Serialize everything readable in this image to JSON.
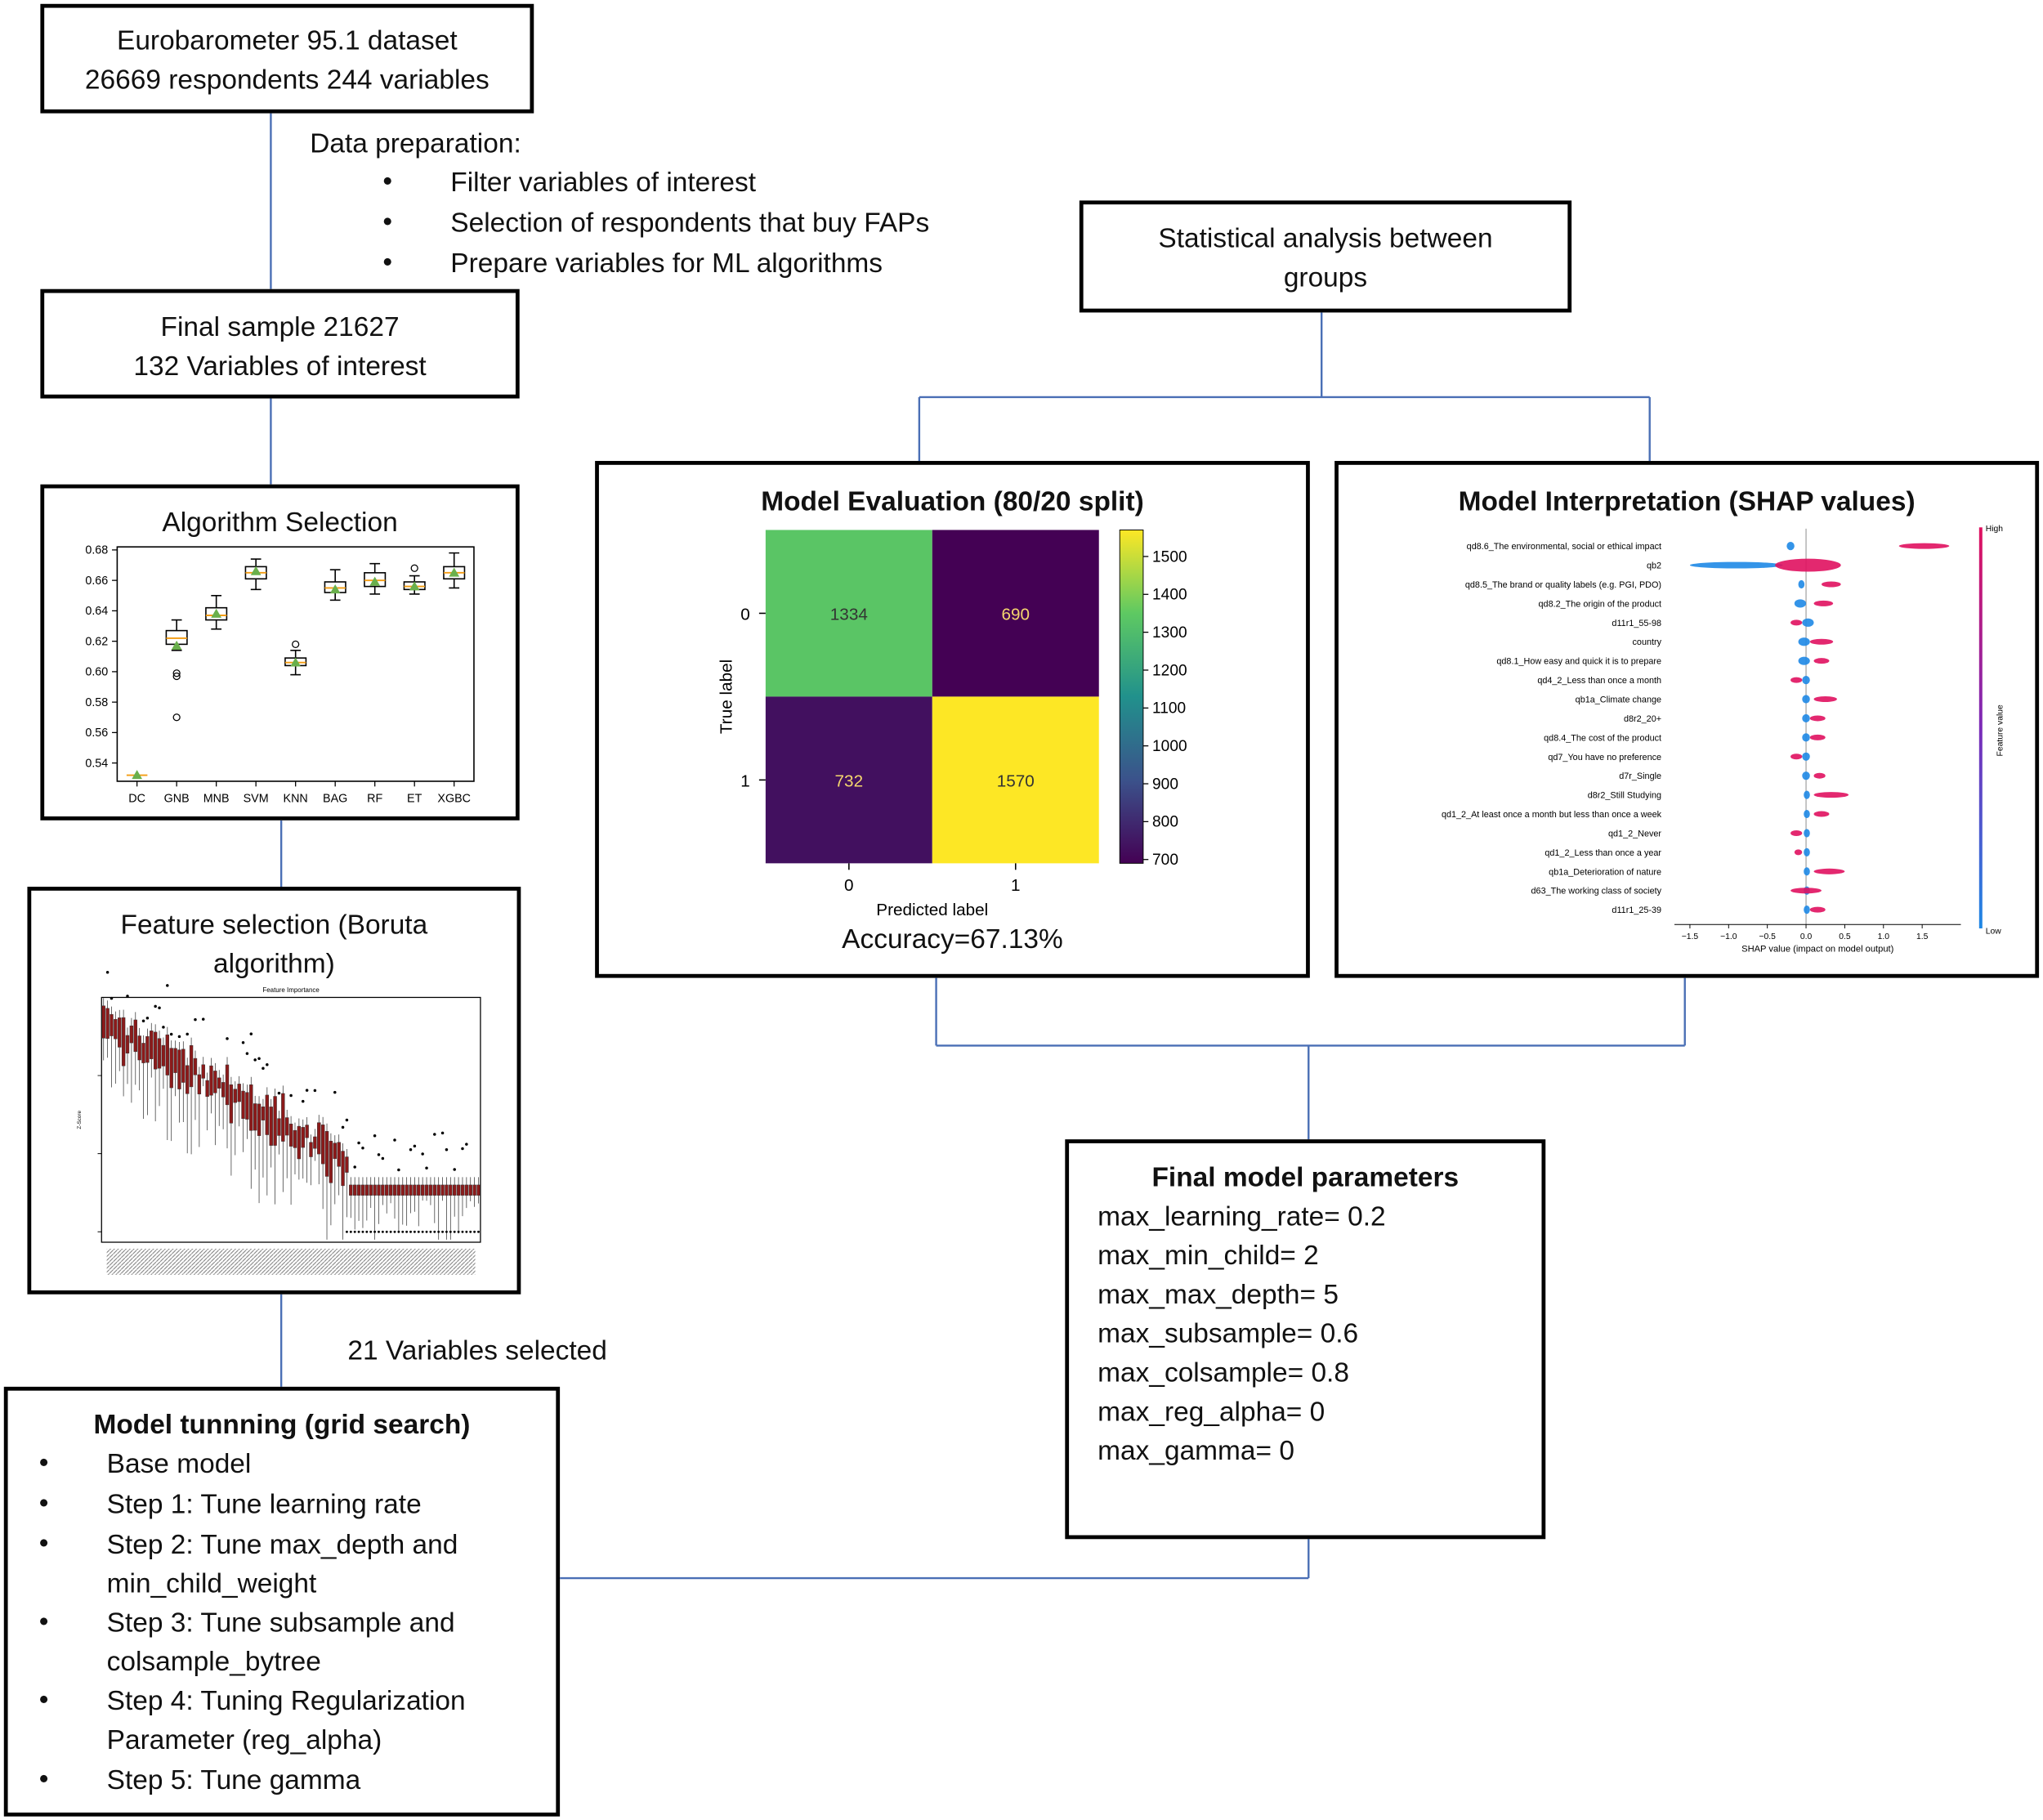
{
  "nodes": {
    "dataset": {
      "line1": "Eurobarometer 95.1 dataset",
      "line2": "26669 respondents 244 variables"
    },
    "prep": {
      "title": "Data preparation:",
      "bullets": [
        "Filter variables of interest",
        "Selection of respondents that buy FAPs",
        "Prepare variables for ML algorithms"
      ]
    },
    "final_sample": {
      "line1": "Final sample 21627",
      "line2": "132 Variables of interest"
    },
    "algo": {
      "title": "Algorithm Selection"
    },
    "feature": {
      "line1": "Feature selection (Boruta",
      "line2": "algorithm)",
      "plot_title": "Feature Importance",
      "ylabel": "Z-Score"
    },
    "vars_selected": "21 Variables selected",
    "tuning": {
      "title": "Model tunnning (grid search)",
      "steps": [
        "Base model",
        "Step 1: Tune learning rate",
        "Step 2: Tune max_depth and",
        "min_child_weight",
        "Step 3: Tune subsample and",
        "colsample_bytree",
        "Step 4: Tuning Regularization",
        "Parameter (reg_alpha)",
        "Step 5: Tune gamma"
      ]
    },
    "stat": {
      "line1": "Statistical analysis between",
      "line2": "groups"
    },
    "eval": {
      "title": "Model Evaluation (80/20 split)",
      "accuracy": "Accuracy=67.13%",
      "xlabel": "Predicted label",
      "ylabel": "True label"
    },
    "interp": {
      "title": "Model Interpretation (SHAP values)",
      "xlabel": "SHAP value (impact on model output)",
      "cbar_label": "Feature value",
      "cbar_high": "High",
      "cbar_low": "Low"
    },
    "final_params": {
      "title": "Final model parameters",
      "params": [
        "max_learning_rate= 0.2",
        "max_min_child= 2",
        "max_max_depth= 5",
        "max_subsample= 0.6",
        "max_colsample= 0.8",
        "max_reg_alpha= 0",
        "max_gamma= 0"
      ]
    }
  },
  "colors": {
    "connector": "#4a6fb5",
    "accent_green": "#6ab04c",
    "shap_high": "#e0115f",
    "shap_low": "#1e88e5"
  },
  "chart_data": [
    {
      "type": "box",
      "title": "Algorithm Selection",
      "categories": [
        "DC",
        "GNB",
        "MNB",
        "SVM",
        "KNN",
        "BAG",
        "RF",
        "ET",
        "XGBC"
      ],
      "mean": [
        0.532,
        0.617,
        0.638,
        0.666,
        0.606,
        0.654,
        0.659,
        0.656,
        0.665
      ],
      "median": [
        0.532,
        0.622,
        0.637,
        0.665,
        0.606,
        0.655,
        0.66,
        0.656,
        0.665
      ],
      "q1": [
        0.532,
        0.618,
        0.634,
        0.661,
        0.604,
        0.652,
        0.656,
        0.654,
        0.661
      ],
      "q3": [
        0.532,
        0.627,
        0.642,
        0.669,
        0.609,
        0.659,
        0.665,
        0.659,
        0.669
      ],
      "whisker_low": [
        0.532,
        0.614,
        0.628,
        0.654,
        0.598,
        0.647,
        0.651,
        0.651,
        0.655
      ],
      "whisker_high": [
        0.532,
        0.634,
        0.65,
        0.674,
        0.614,
        0.667,
        0.671,
        0.663,
        0.678
      ],
      "outliers": [
        [],
        [
          0.599,
          0.597,
          0.57
        ],
        [],
        [],
        [
          0.618
        ],
        [],
        [],
        [
          0.668
        ],
        []
      ],
      "yticks": [
        "0.54",
        "0.56",
        "0.58",
        "0.60",
        "0.62",
        "0.64",
        "0.66",
        "0.68"
      ],
      "ylim": [
        0.528,
        0.682
      ]
    },
    {
      "type": "heatmap",
      "title": "Model Evaluation (80/20 split)",
      "x": [
        "0",
        "1"
      ],
      "y": [
        "0",
        "1"
      ],
      "values": [
        [
          1334,
          690
        ],
        [
          732,
          1570
        ]
      ],
      "labels": [
        "1334",
        "690",
        "732",
        "1570"
      ],
      "xlabel": "Predicted label",
      "ylabel": "True label",
      "colorbar_ticks": [
        "1500",
        "1400",
        "1300",
        "1200",
        "1100",
        "1000",
        "900",
        "800",
        "700"
      ],
      "colorbar_range": [
        690,
        1570
      ]
    },
    {
      "type": "scatter",
      "title": "Model Interpretation (SHAP values)",
      "features": [
        "qd8.6_The environmental, social or ethical impact",
        "qb2",
        "qd8.5_The brand or quality labels (e.g. PGI, PDO)",
        "qd8.2_The origin of the product",
        "d11r1_55-98",
        "country",
        "qd8.1_How easy and quick it is to prepare",
        "qd4_2_Less than once a month",
        "qb1a_Climate change",
        "d8r2_20+",
        "qd8.4_The cost of the product",
        "qd7_You have no preference",
        "d7r_Single",
        "d8r2_Still Studying",
        "qd1_2_At least once a month but less than once a week",
        "qd1_2_Never",
        "qd1_2_Less than once a year",
        "qb1a_Deterioration of nature",
        "d63_The working class of society",
        "d11r1_25-39"
      ],
      "xticks": [
        "−1.5",
        "−1.0",
        "−0.5",
        "0.0",
        "0.5",
        "1.0",
        "1.5"
      ],
      "xlim": [
        -1.7,
        2.0
      ],
      "low_range": [
        [
          -0.25,
          -0.15
        ],
        [
          -1.5,
          -0.3
        ],
        [
          -0.1,
          -0.02
        ],
        [
          -0.15,
          0.0
        ],
        [
          -0.05,
          0.1
        ],
        [
          -0.1,
          0.05
        ],
        [
          -0.1,
          0.05
        ],
        [
          -0.05,
          0.05
        ],
        [
          -0.05,
          0.05
        ],
        [
          -0.05,
          0.05
        ],
        [
          -0.05,
          0.05
        ],
        [
          -0.05,
          0.05
        ],
        [
          -0.05,
          0.05
        ],
        [
          -0.03,
          0.05
        ],
        [
          -0.03,
          0.05
        ],
        [
          -0.03,
          0.05
        ],
        [
          -0.03,
          0.05
        ],
        [
          -0.03,
          0.05
        ],
        [
          -0.03,
          0.05
        ],
        [
          -0.03,
          0.05
        ]
      ],
      "high_range": [
        [
          1.2,
          1.85
        ],
        [
          -0.4,
          0.45
        ],
        [
          0.2,
          0.45
        ],
        [
          0.1,
          0.35
        ],
        [
          -0.2,
          -0.05
        ],
        [
          0.05,
          0.35
        ],
        [
          0.1,
          0.3
        ],
        [
          -0.2,
          -0.05
        ],
        [
          0.1,
          0.4
        ],
        [
          0.05,
          0.25
        ],
        [
          0.05,
          0.25
        ],
        [
          -0.2,
          -0.05
        ],
        [
          0.1,
          0.25
        ],
        [
          0.1,
          0.55
        ],
        [
          0.1,
          0.3
        ],
        [
          -0.2,
          -0.05
        ],
        [
          -0.15,
          -0.05
        ],
        [
          0.1,
          0.5
        ],
        [
          -0.2,
          0.2
        ],
        [
          0.05,
          0.25
        ]
      ]
    }
  ]
}
